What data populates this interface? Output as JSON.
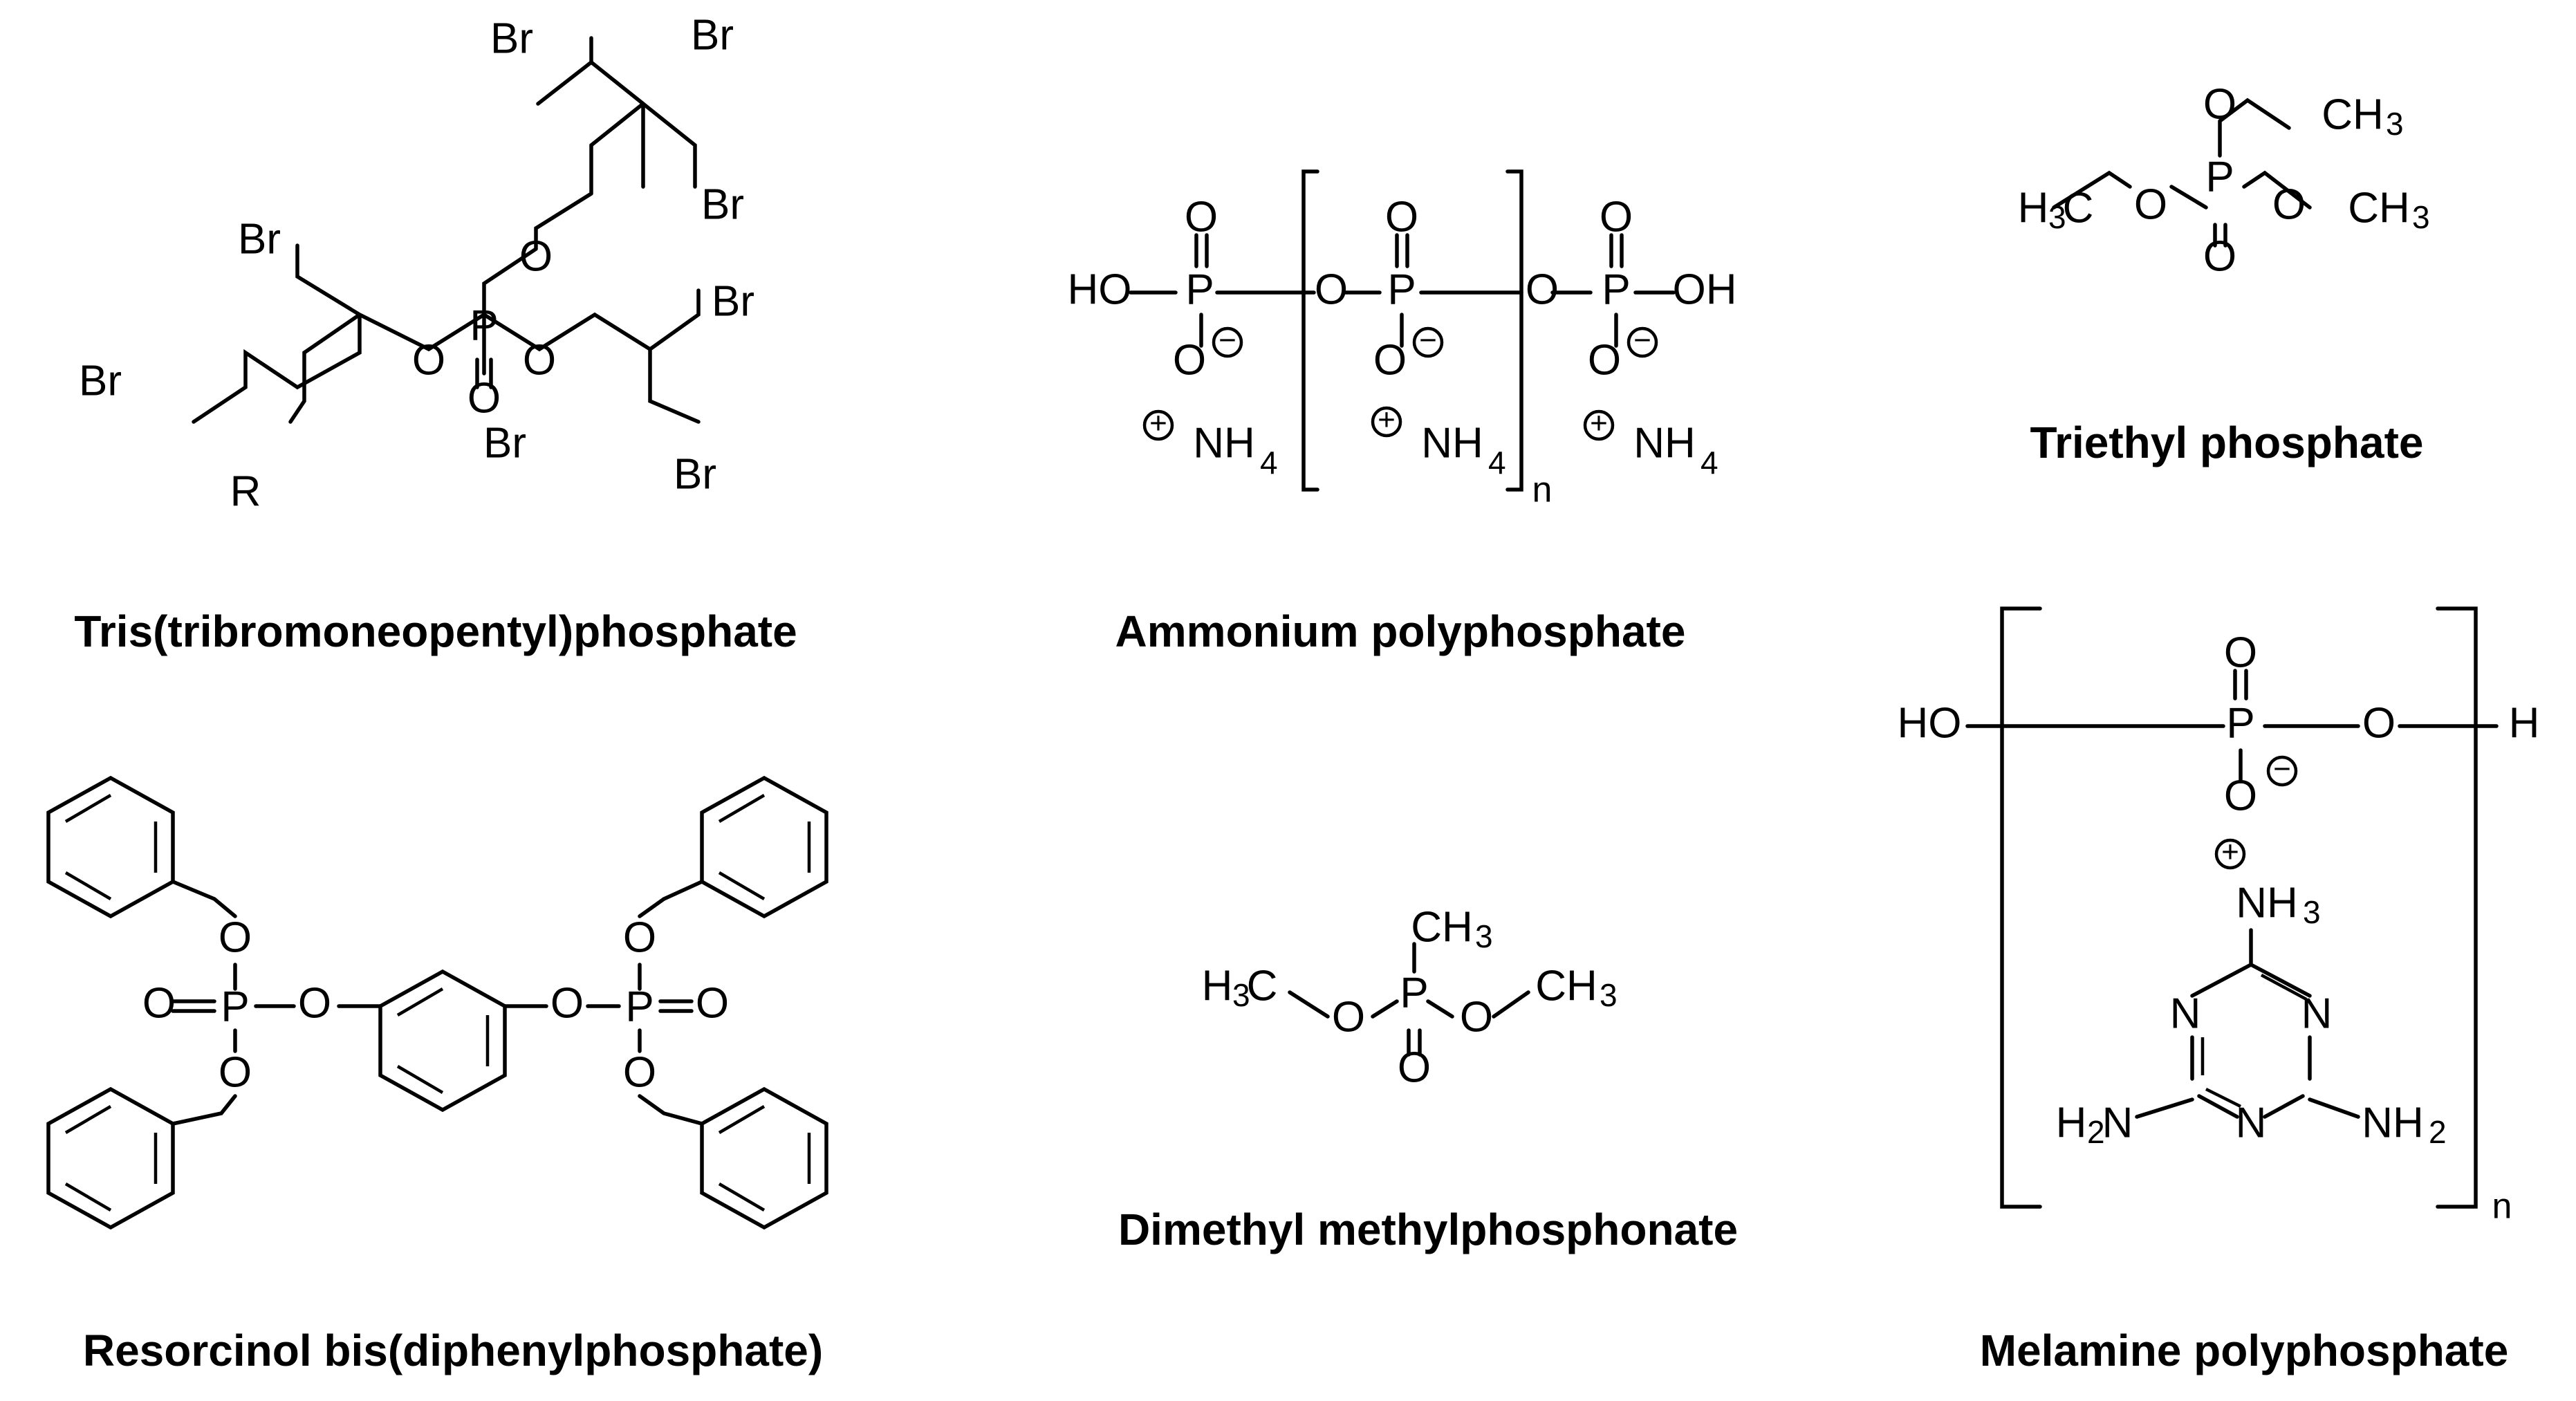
{
  "compounds": [
    {
      "id": "tbnpp",
      "name": "Tris(tribromoneopentyl)phosphate"
    },
    {
      "id": "app",
      "name": "Ammonium polyphosphate"
    },
    {
      "id": "tep",
      "name": "Triethyl phosphate"
    },
    {
      "id": "rdp",
      "name": "Resorcinol bis(diphenylphosphate)"
    },
    {
      "id": "dmmp",
      "name": "Dimethyl methylphosphonate"
    },
    {
      "id": "mpp",
      "name": "Melamine polyphosphate"
    }
  ],
  "atoms": {
    "br": "Br",
    "o": "O",
    "p": "P",
    "r": "R",
    "n": "N",
    "h": "H",
    "ho": "HO",
    "oh": "OH",
    "nh": "NH",
    "h2n_h": "H",
    "h2n_n": "N",
    "h3c_h": "H",
    "h3c_c": "C",
    "ch": "CH",
    "sub2": "2",
    "sub3": "3",
    "sub4": "4",
    "repeat_n": "n"
  },
  "charges": {
    "plus": "+",
    "minus": "−"
  }
}
